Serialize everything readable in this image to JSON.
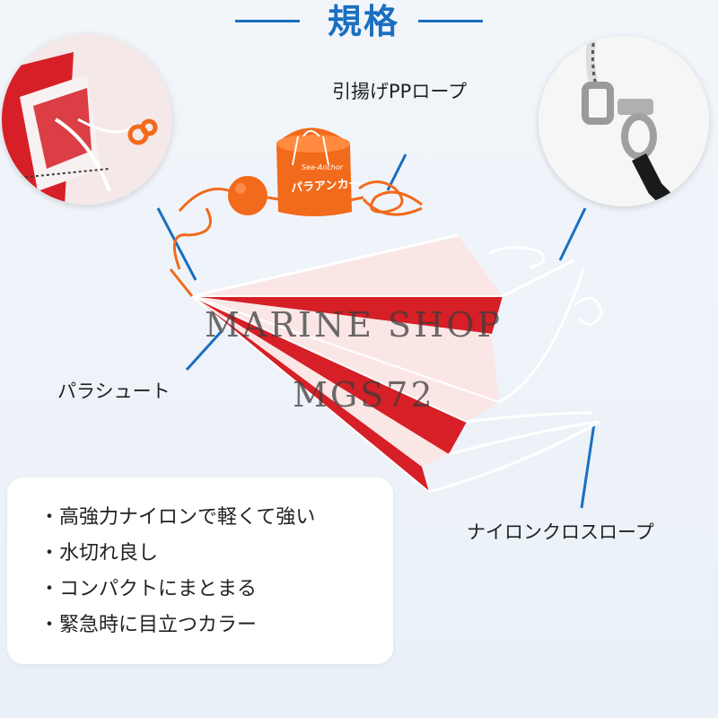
{
  "title": "規格",
  "callouts": {
    "rope_pp": "引揚げPPロープ",
    "parachute": "パラシュート",
    "nylon_cross_rope": "ナイロンクロスロープ"
  },
  "product": {
    "bag_brand_small": "Sea-Anchor",
    "bag_label": "パラアンカー"
  },
  "features": [
    "・高強力ナイロンで軽くて強い",
    "・水切れ良し",
    "・コンパクトにまとまる",
    "・緊急時に目立つカラー"
  ],
  "watermark": {
    "line1": "MARINE SHOP",
    "line2": "MGS72"
  },
  "colors": {
    "accent": "#1a6fc0",
    "parachute_red": "#d61f26",
    "parachute_white": "#fbe6e6",
    "orange": "#f26a1b"
  }
}
